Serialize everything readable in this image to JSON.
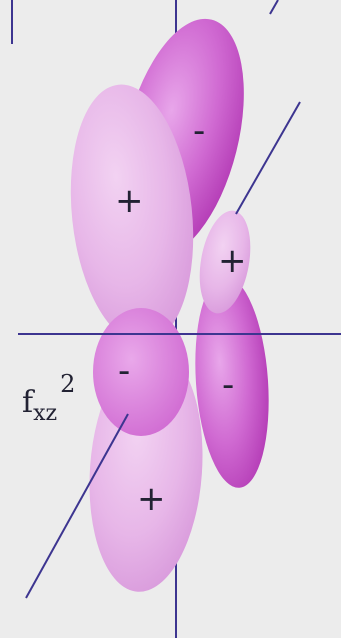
{
  "orbital": {
    "name_base": "f",
    "name_subscript": "xz",
    "name_superscript": "2"
  },
  "lobe_signs": {
    "upper_back": "-",
    "upper_front": "+",
    "right_small": "+",
    "lower_left": "-",
    "lower_right": "-",
    "lower_front": "+"
  },
  "colors": {
    "background": "#ececec",
    "axis": "#3d3590",
    "lobe_dark": "#c24ac4",
    "lobe_mid": "#d884da",
    "lobe_light": "#ecc1ec"
  }
}
